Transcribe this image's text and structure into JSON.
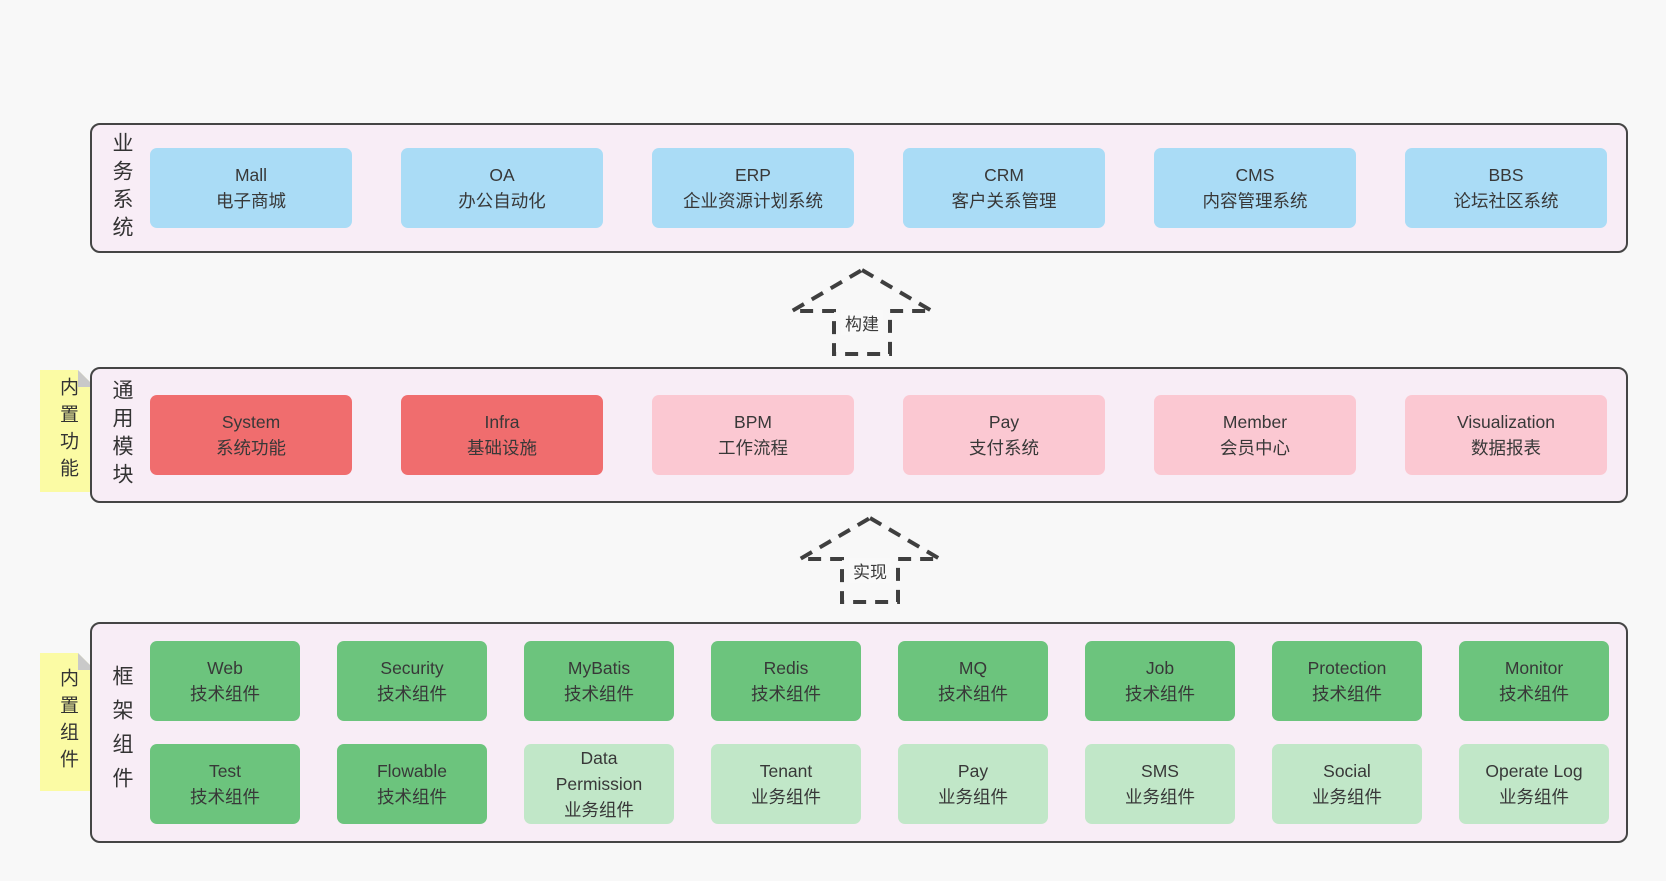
{
  "diagram": {
    "colors": {
      "page_bg": "#f8f8f8",
      "band_bg": "#f8edf6",
      "band_border": "#454545",
      "business_system_box": "#aadcf6",
      "core_module_box": "#f06d6e",
      "module_box": "#fbc8d2",
      "tech_component_box": "#6cc47d",
      "biz_component_box": "#c1e7c8",
      "note_bg": "#fbfba4",
      "text": "#383838"
    },
    "arrows": [
      {
        "label": "构建"
      },
      {
        "label": "实现"
      }
    ],
    "notes": [
      {
        "label": "内置功能"
      },
      {
        "label": "内置组件"
      }
    ],
    "bands": [
      {
        "label": "业务系统",
        "boxes": [
          {
            "name": "Mall",
            "sub": "电子商城"
          },
          {
            "name": "OA",
            "sub": "办公自动化"
          },
          {
            "name": "ERP",
            "sub": "企业资源计划系统"
          },
          {
            "name": "CRM",
            "sub": "客户关系管理"
          },
          {
            "name": "CMS",
            "sub": "内容管理系统"
          },
          {
            "name": "BBS",
            "sub": "论坛社区系统"
          }
        ]
      },
      {
        "label": "通用模块",
        "boxes": [
          {
            "name": "System",
            "sub": "系统功能"
          },
          {
            "name": "Infra",
            "sub": "基础设施"
          },
          {
            "name": "BPM",
            "sub": "工作流程"
          },
          {
            "name": "Pay",
            "sub": "支付系统"
          },
          {
            "name": "Member",
            "sub": "会员中心"
          },
          {
            "name": "Visualization",
            "sub": "数据报表"
          }
        ]
      },
      {
        "label": "框架组件",
        "rows": [
          [
            {
              "name": "Web",
              "sub": "技术组件"
            },
            {
              "name": "Security",
              "sub": "技术组件"
            },
            {
              "name": "MyBatis",
              "sub": "技术组件"
            },
            {
              "name": "Redis",
              "sub": "技术组件"
            },
            {
              "name": "MQ",
              "sub": "技术组件"
            },
            {
              "name": "Job",
              "sub": "技术组件"
            },
            {
              "name": "Protection",
              "sub": "技术组件"
            },
            {
              "name": "Monitor",
              "sub": "技术组件"
            }
          ],
          [
            {
              "name": "Test",
              "sub": "技术组件"
            },
            {
              "name": "Flowable",
              "sub": "技术组件"
            },
            {
              "name": "Data Permission",
              "sub": "业务组件"
            },
            {
              "name": "Tenant",
              "sub": "业务组件"
            },
            {
              "name": "Pay",
              "sub": "业务组件"
            },
            {
              "name": "SMS",
              "sub": "业务组件"
            },
            {
              "name": "Social",
              "sub": "业务组件"
            },
            {
              "name": "Operate Log",
              "sub": "业务组件"
            }
          ]
        ]
      }
    ]
  }
}
